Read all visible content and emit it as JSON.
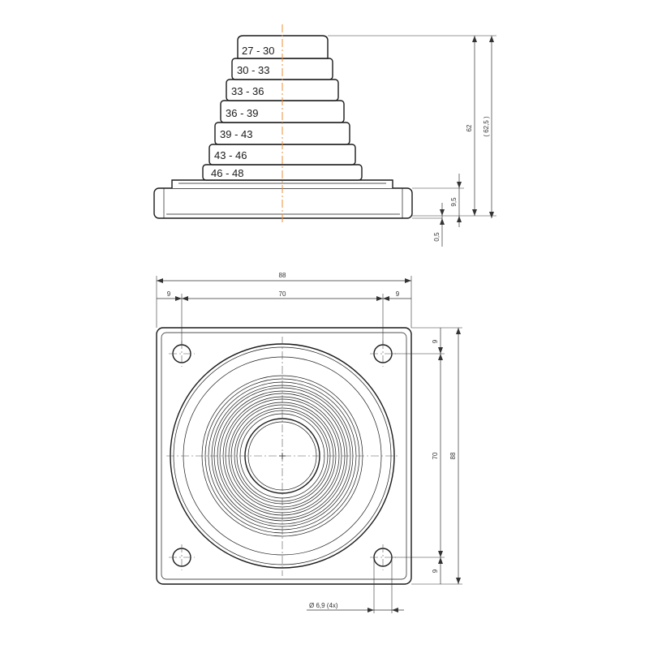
{
  "side_view": {
    "step_labels": [
      "27 - 30",
      "30 - 33",
      "33 - 36",
      "36 - 39",
      "39 - 43",
      "43 - 46",
      "46 - 48"
    ],
    "dimensions": {
      "height": "62",
      "height_ref": "( 62,5 )",
      "base_height": "9,5",
      "offset": "0,5"
    }
  },
  "top_view": {
    "dimensions": {
      "overall_width": "88",
      "hole_spacing_x": "70",
      "edge_left": "9",
      "edge_right": "9",
      "overall_height": "88",
      "hole_spacing_y": "70",
      "edge_top": "9",
      "edge_bottom": "9",
      "hole_diameter": "Ø 6,9 (4x)"
    }
  },
  "colors": {
    "line": "#1a1a1a",
    "center_axis": "#e8903a"
  }
}
